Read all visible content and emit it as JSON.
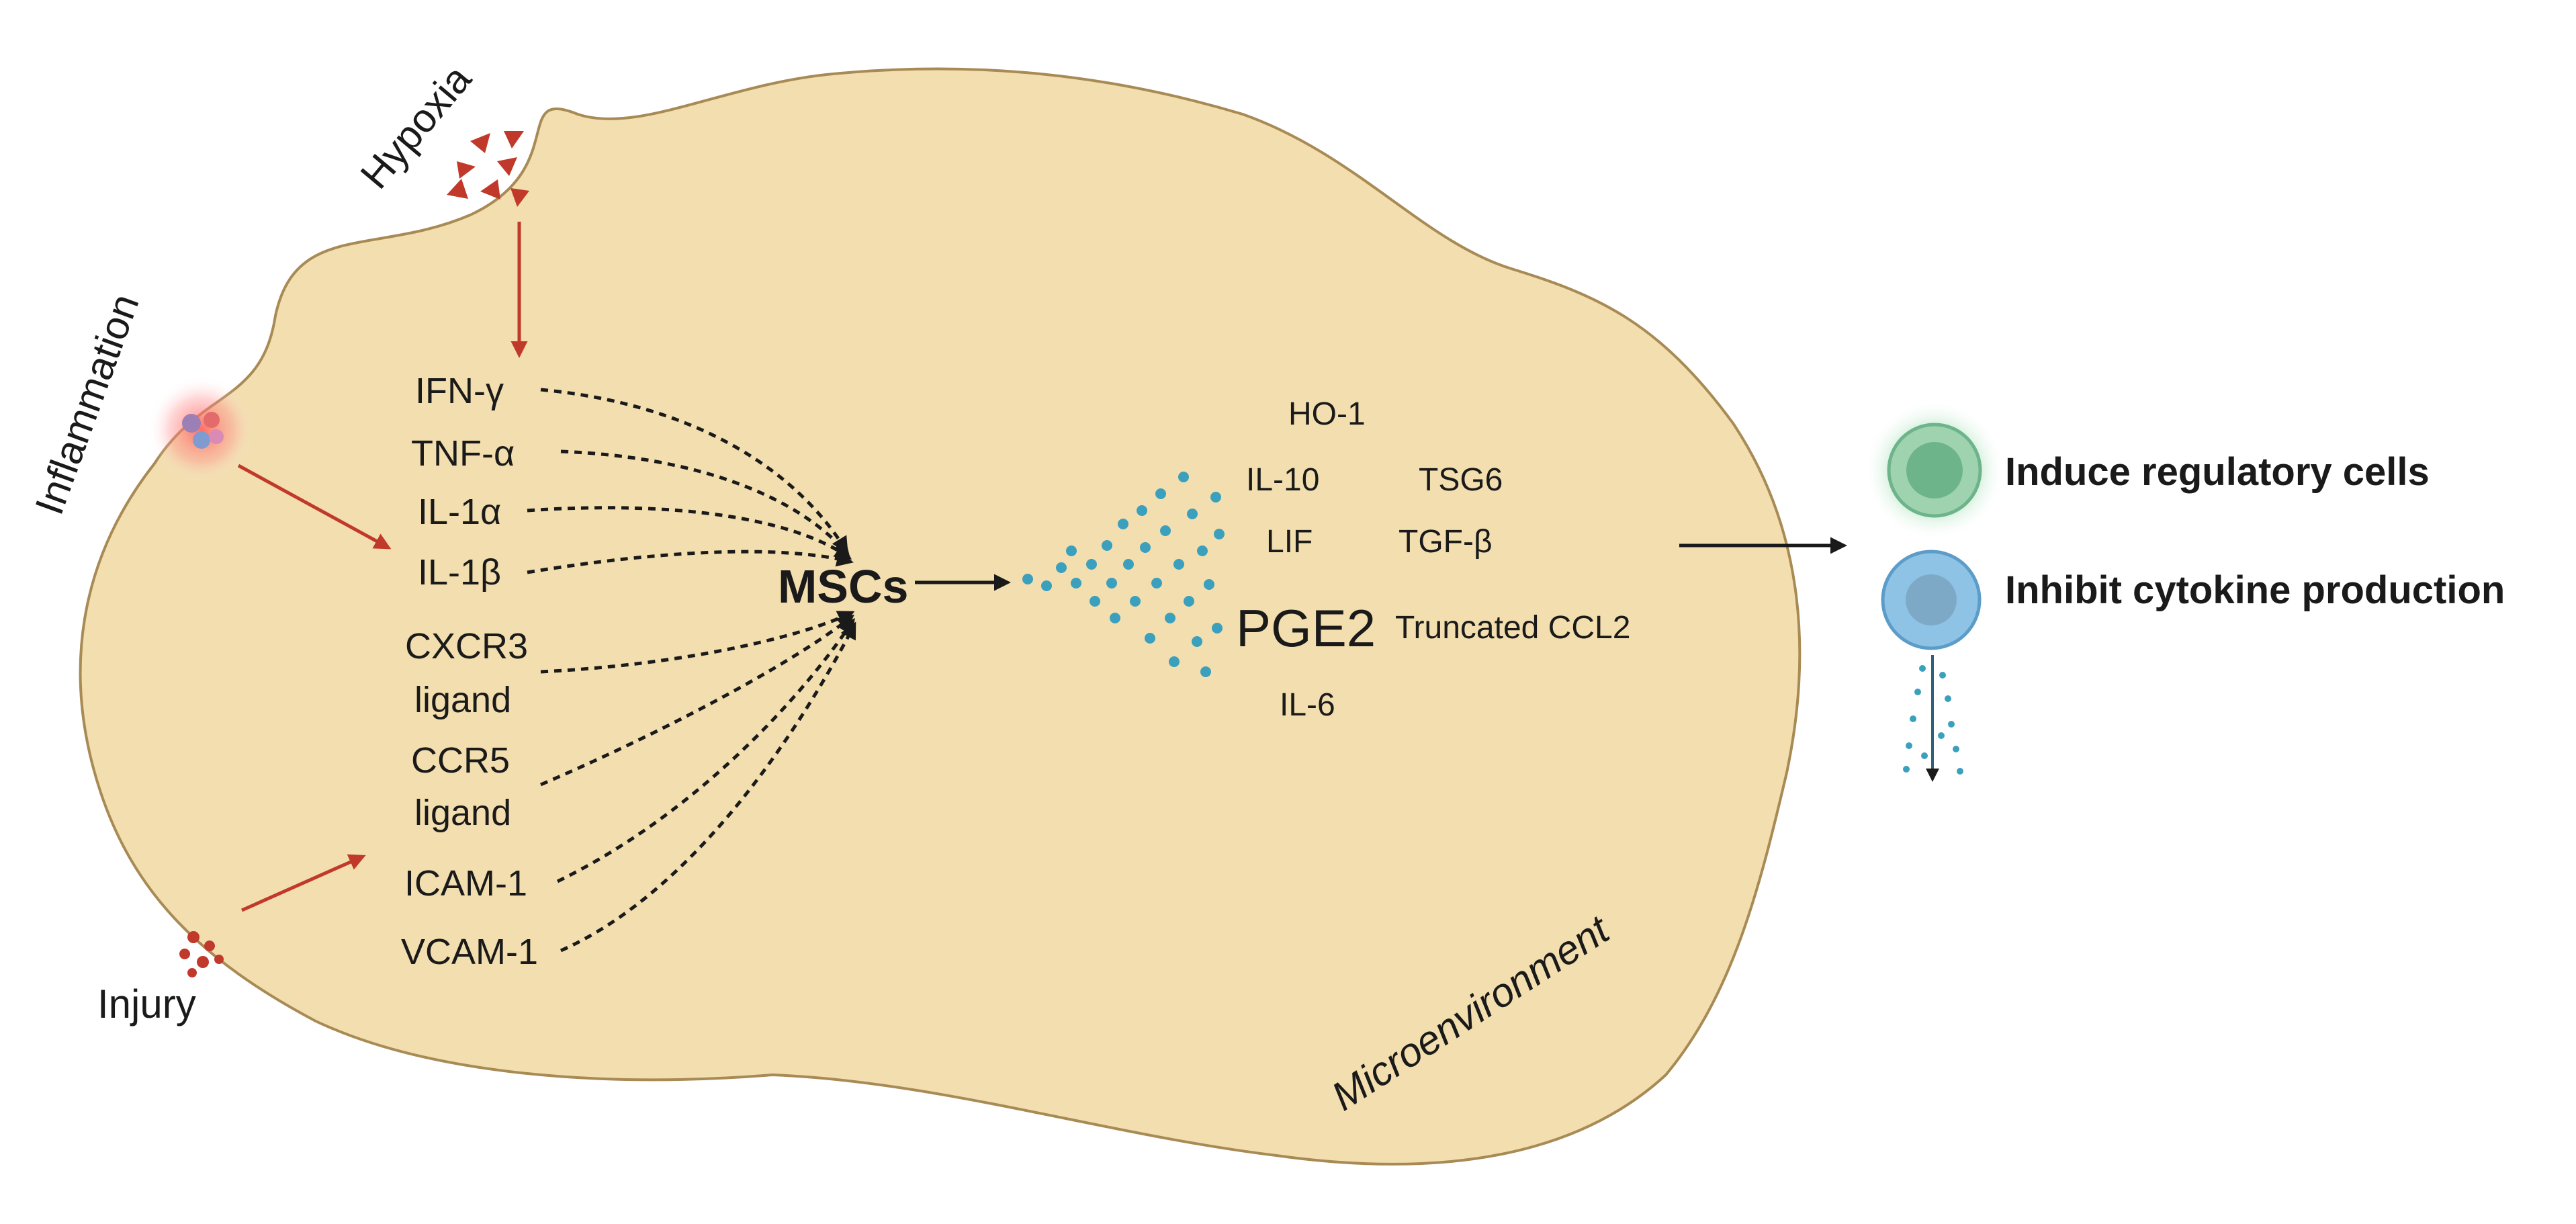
{
  "stimuli": {
    "hypoxia": "Hypoxia",
    "inflammation": "Inflammation",
    "injury": "Injury"
  },
  "inputs": {
    "ifn_gamma": "IFN-γ",
    "tnf_alpha": "TNF-α",
    "il1_alpha": "IL-1α",
    "il1_beta": "IL-1β",
    "cxcr3_line1": "CXCR3",
    "cxcr3_line2": "ligand",
    "ccr5_line1": "CCR5",
    "ccr5_line2": "ligand",
    "icam1": "ICAM-1",
    "vcam1": "VCAM-1"
  },
  "center": {
    "label": "MSCs"
  },
  "outputs": {
    "ho1": "HO-1",
    "il10": "IL-10",
    "tsg6": "TSG6",
    "lif": "LIF",
    "tgf_beta": "TGF-β",
    "pge2": "PGE2",
    "truncated_ccl2": "Truncated CCL2",
    "il6": "IL-6"
  },
  "region": {
    "label": "Microenvironment"
  },
  "effects": {
    "induce": "Induce regulatory cells",
    "inhibit": "Inhibit cytokine production"
  },
  "colors": {
    "region_fill": "#F2DEAE",
    "region_stroke": "#A88A55",
    "stimulus_arrow": "#C0392B",
    "dotted_arrow": "#1a1a1a",
    "secretion_dots": "#3AA0BD",
    "regulatory_cell": "#6DB48A",
    "inhibited_cell": "#8EC3E6"
  }
}
